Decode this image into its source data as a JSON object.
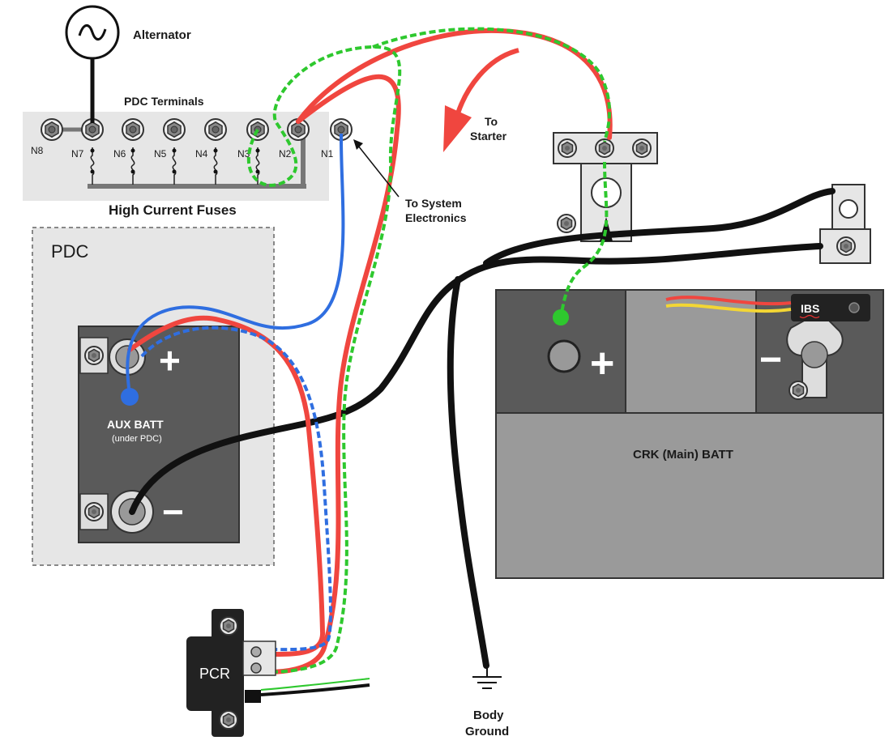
{
  "labels": {
    "alternator": "Alternator",
    "pdc_terminals": "PDC Terminals",
    "high_current_fuses": "High Current Fuses",
    "pdc": "PDC",
    "to_starter_1": "To",
    "to_starter_2": "Starter",
    "to_system_1": "To System",
    "to_system_2": "Electronics",
    "aux_batt": "AUX BATT",
    "aux_batt_sub": "(under PDC)",
    "crk_batt": "CRK (Main) BATT",
    "ibs": "IBS",
    "pcr": "PCR",
    "body_ground_1": "Body",
    "body_ground_2": "Ground",
    "plus": "+",
    "minus": "−"
  },
  "terminals": [
    "N8",
    "N7",
    "N6",
    "N5",
    "N4",
    "N3",
    "N2",
    "N1"
  ],
  "colors": {
    "red_wire": "#f0463f",
    "green_wire": "#2ec82e",
    "blue_wire": "#2f6ee0",
    "black_wire": "#111111",
    "battery_dark": "#5a5a5a",
    "battery_light": "#9a9a9a",
    "pdc_panel": "#e6e6e6"
  }
}
